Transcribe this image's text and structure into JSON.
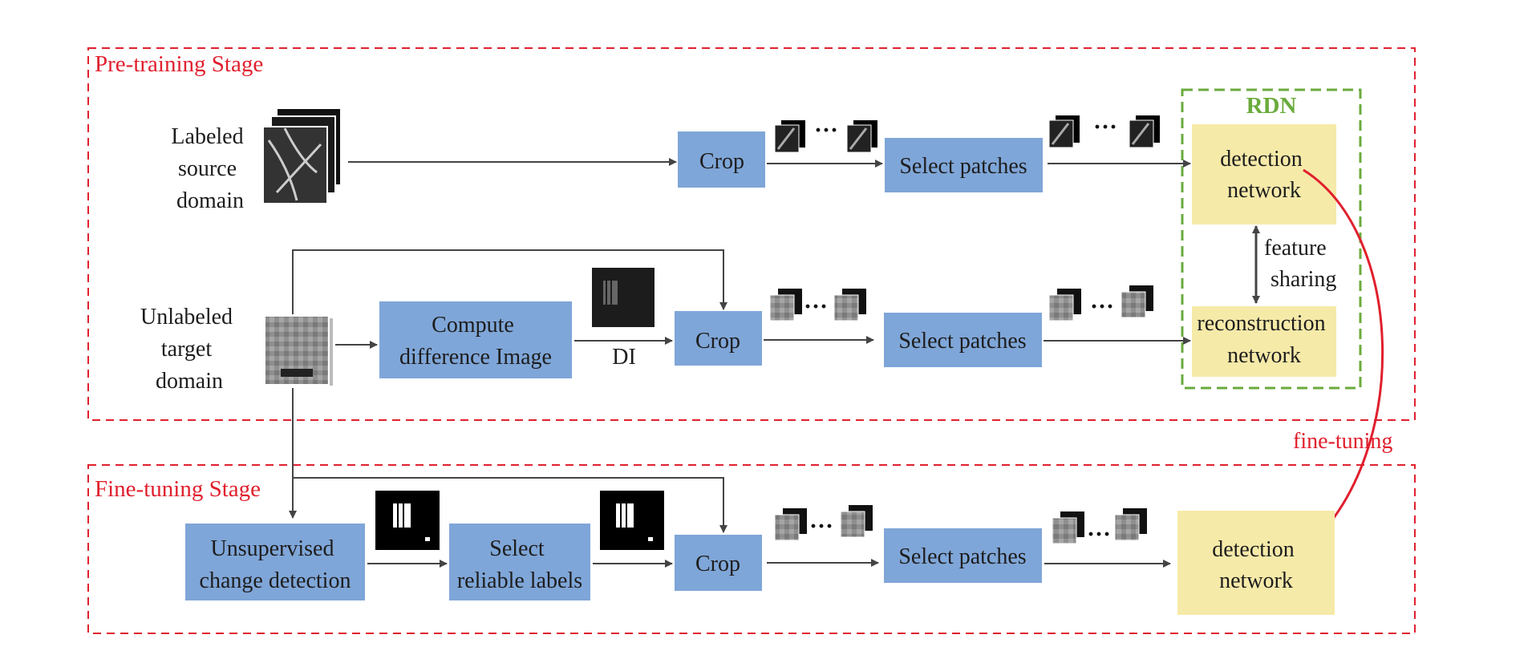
{
  "pretraining": {
    "stage_label": "Pre-training Stage",
    "source_label": [
      "Labeled",
      "source",
      "domain"
    ],
    "target_label": [
      "Unlabeled",
      "target",
      "domain"
    ],
    "crop_top": "Crop",
    "select_top": "Select patches",
    "compute_di": [
      "Compute",
      "difference Image"
    ],
    "di_label": "DI",
    "crop_mid": "Crop",
    "select_mid": "Select patches",
    "rdn": {
      "title": "RDN",
      "detection": [
        "detection",
        "network"
      ],
      "reconstruction": [
        "reconstruction",
        "network"
      ],
      "feature_sharing": [
        "feature",
        "sharing"
      ]
    }
  },
  "finetuning": {
    "stage_label": "Fine-tuning Stage",
    "ucd": [
      "Unsupervised",
      "change detection"
    ],
    "reliable": [
      "Select",
      "reliable labels"
    ],
    "crop": "Crop",
    "select": "Select patches",
    "detection": [
      "detection",
      "network"
    ]
  },
  "fine_tuning_arrow_label": "fine-tuning",
  "colors": {
    "stage_border": "#e0202e",
    "rdn_border": "#6aab3c",
    "process_box": "#7fa6d8",
    "network_box": "#f6eaa9",
    "arrow": "#444444",
    "fine_tuning_arrow": "#e0202e"
  }
}
